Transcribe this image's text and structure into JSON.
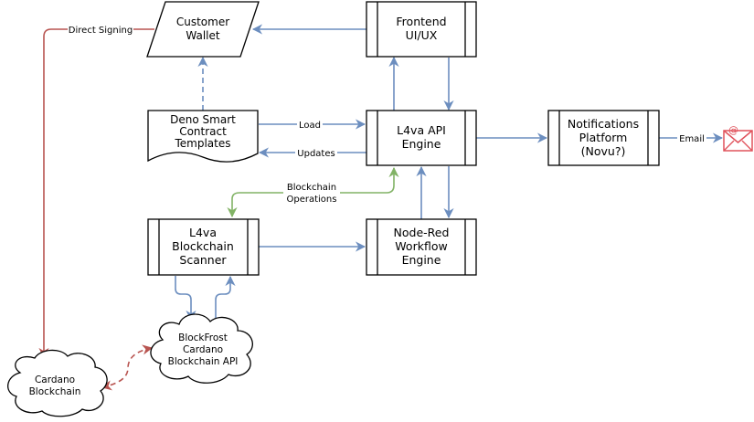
{
  "colors": {
    "blue_flow": "#6c8ebf",
    "green_flow": "#82b366",
    "red_flow": "#b85450",
    "node_stroke": "#000000"
  },
  "nodes": {
    "customer_wallet": {
      "lines": [
        "Customer",
        "Wallet"
      ]
    },
    "frontend": {
      "lines": [
        "Frontend",
        "UI/UX"
      ]
    },
    "deno_templates": {
      "lines": [
        "Deno Smart",
        "Contract",
        "Templates"
      ]
    },
    "api_engine": {
      "lines": [
        "L4va API",
        "Engine"
      ]
    },
    "notifications": {
      "lines": [
        "Notifications",
        "Platform",
        "(Novu?)"
      ]
    },
    "scanner": {
      "lines": [
        "L4va",
        "Blockchain",
        "Scanner"
      ]
    },
    "node_red": {
      "lines": [
        "Node-Red",
        "Workflow",
        "Engine"
      ]
    },
    "blockfrost": {
      "lines": [
        "BlockFrost",
        "Cardano",
        "Blockchain API"
      ]
    },
    "cardano": {
      "lines": [
        "Cardano",
        "Blockchain"
      ]
    },
    "email_icon": "envelope-icon"
  },
  "edges": {
    "direct_signing": "Direct Signing",
    "load": "Load",
    "updates": "Updates",
    "blockchain_ops": [
      "Blockchain",
      "Operations"
    ],
    "email": "Email"
  }
}
